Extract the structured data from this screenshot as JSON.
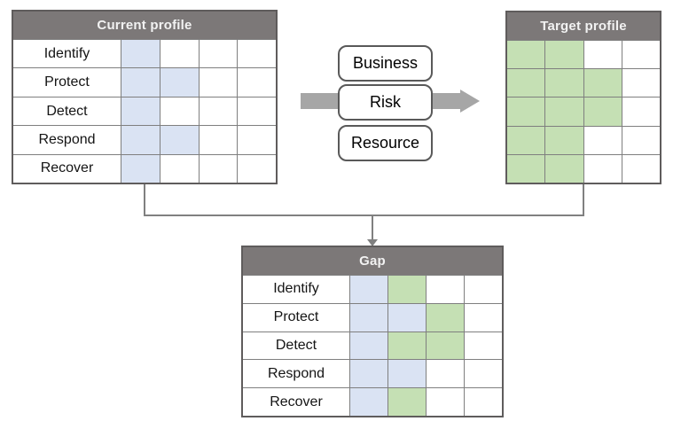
{
  "diagram": {
    "tables": {
      "current": {
        "title": "Current profile",
        "rows": [
          {
            "label": "Identify",
            "cells": [
              "blue",
              "none",
              "none",
              "none"
            ]
          },
          {
            "label": "Protect",
            "cells": [
              "blue",
              "blue",
              "none",
              "none"
            ]
          },
          {
            "label": "Detect",
            "cells": [
              "blue",
              "none",
              "none",
              "none"
            ]
          },
          {
            "label": "Respond",
            "cells": [
              "blue",
              "blue",
              "none",
              "none"
            ]
          },
          {
            "label": "Recover",
            "cells": [
              "blue",
              "none",
              "none",
              "none"
            ]
          }
        ]
      },
      "target": {
        "title": "Target profile",
        "rows": [
          {
            "cells": [
              "green",
              "green",
              "none",
              "none"
            ]
          },
          {
            "cells": [
              "green",
              "green",
              "green",
              "none"
            ]
          },
          {
            "cells": [
              "green",
              "green",
              "green",
              "none"
            ]
          },
          {
            "cells": [
              "green",
              "green",
              "none",
              "none"
            ]
          },
          {
            "cells": [
              "green",
              "green",
              "none",
              "none"
            ]
          }
        ]
      },
      "gap": {
        "title": "Gap",
        "rows": [
          {
            "label": "Identify",
            "cells": [
              "blue",
              "green",
              "none",
              "none"
            ]
          },
          {
            "label": "Protect",
            "cells": [
              "blue",
              "blue",
              "green",
              "none"
            ]
          },
          {
            "label": "Detect",
            "cells": [
              "blue",
              "green",
              "green",
              "none"
            ]
          },
          {
            "label": "Respond",
            "cells": [
              "blue",
              "blue",
              "none",
              "none"
            ]
          },
          {
            "label": "Recover",
            "cells": [
              "blue",
              "green",
              "none",
              "none"
            ]
          }
        ]
      }
    },
    "process_boxes": {
      "business": "Business",
      "risk": "Risk",
      "resource": "Resource"
    },
    "colors": {
      "header_bg": "#7c7878",
      "header_text": "#f2f2f2",
      "cell_blue": "#dae3f3",
      "cell_green": "#c5e0b4",
      "grid_line": "#7f7f7f",
      "table_border": "#5f5c5c",
      "flow_arrow": "#a6a6a6",
      "connector": "#808080",
      "box_border": "#595959"
    }
  }
}
